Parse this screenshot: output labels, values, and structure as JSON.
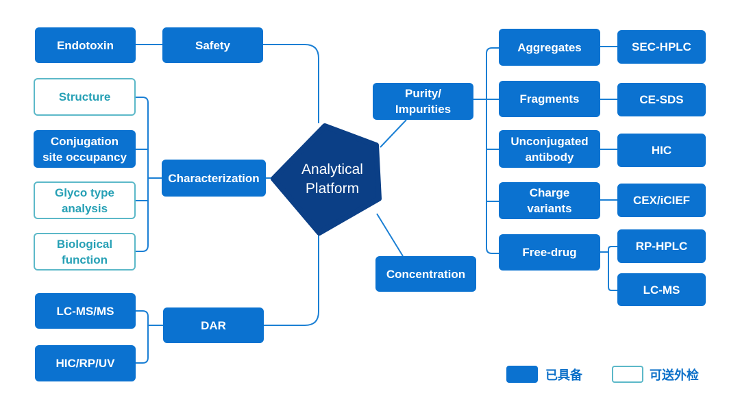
{
  "colors": {
    "filled": "#0b72d0",
    "outline_border": "#5bb8c8",
    "outline_text": "#26a0b5",
    "center": "#0b3f86",
    "connector": "#1a7fd4"
  },
  "center": {
    "label": "Analytical\nPlatform"
  },
  "left_branches": {
    "safety": {
      "label": "Safety",
      "children": [
        "Endotoxin"
      ]
    },
    "characterization": {
      "label": "Characterization",
      "children": [
        "Structure",
        "Conjugation\nsite occupancy",
        "Glyco type\nanalysis",
        "Biological\nfunction"
      ]
    },
    "dar": {
      "label": "DAR",
      "children": [
        "LC-MS/MS",
        "HIC/RP/UV"
      ]
    }
  },
  "right_branches": {
    "purity": {
      "label": "Purity/\nImpurities"
    },
    "concentration": {
      "label": "Concentration"
    },
    "purity_children": [
      {
        "label": "Aggregates",
        "methods": [
          "SEC-HPLC"
        ]
      },
      {
        "label": "Fragments",
        "methods": [
          "CE-SDS"
        ]
      },
      {
        "label": "Unconjugated\nantibody",
        "methods": [
          "HIC"
        ]
      },
      {
        "label": "Charge\nvariants",
        "methods": [
          "CEX/iCIEF"
        ]
      },
      {
        "label": "Free-drug",
        "methods": [
          "RP-HPLC",
          "LC-MS"
        ]
      }
    ]
  },
  "legend": {
    "available": "已具备",
    "outsourced": "可送外检"
  }
}
